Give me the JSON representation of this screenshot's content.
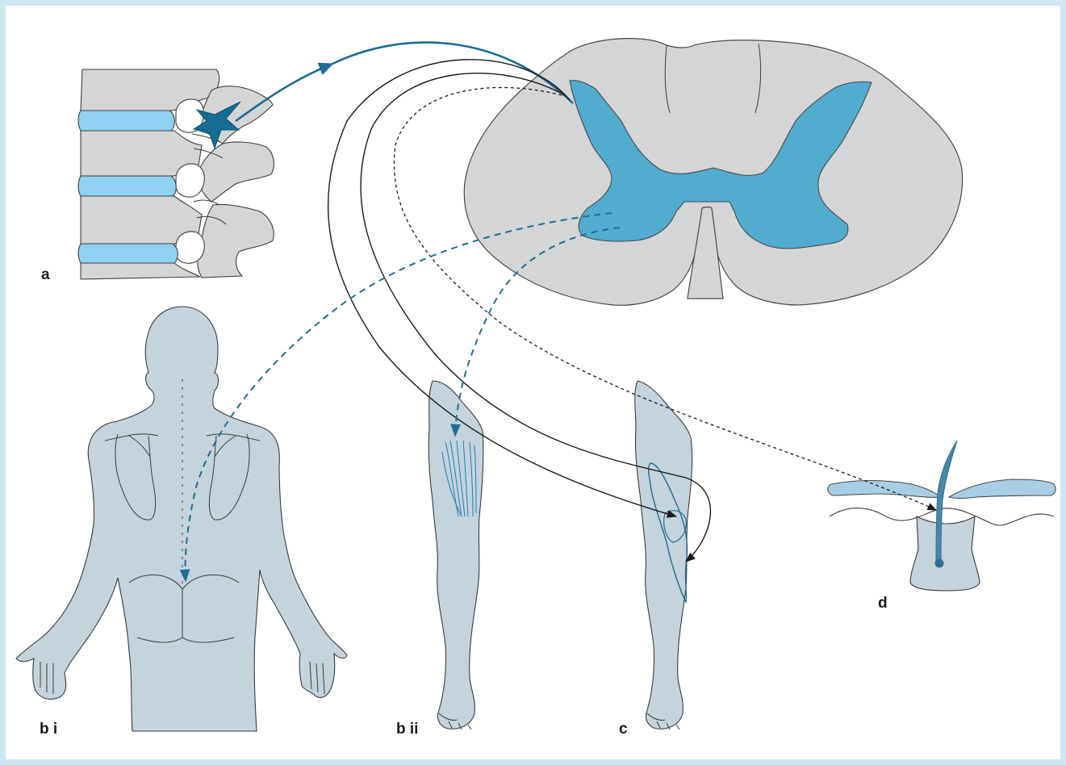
{
  "labels": {
    "a": "a",
    "b_i": "b i",
    "b_ii": "b ii",
    "c": "c",
    "d": "d"
  },
  "colors": {
    "frame": "#cfe6f1",
    "grey_matter": "#51acd0",
    "white_matter": "#d4d5d7",
    "body": "#c5d3dc",
    "disc": "#8fd2f1",
    "referral_path": "#1f6f94"
  }
}
